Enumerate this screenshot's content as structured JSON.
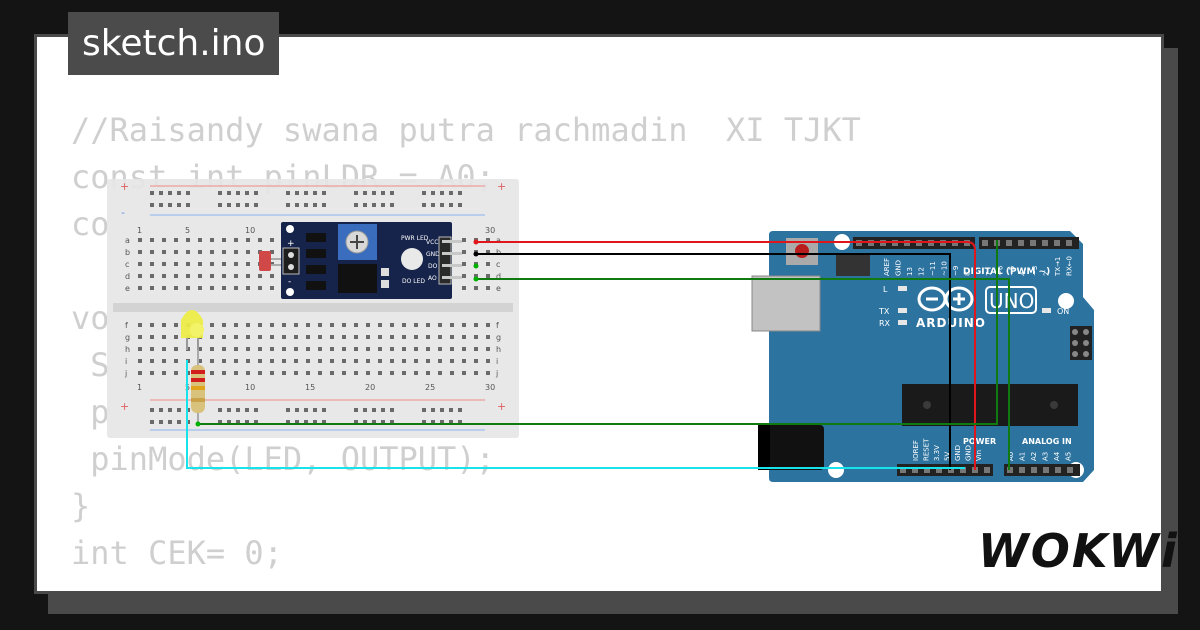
{
  "sketch_title": "sketch.ino",
  "code_lines": [
    "//Raisandy swana putra rachmadin  XI TJKT",
    "const int pinLDR = A0;",
    "co",
    "",
    "vo",
    " S",
    " p",
    " pinMode(LED, OUTPUT);",
    "}",
    "int CEK= 0;",
    ""
  ],
  "breadboard": {
    "top_row_letters": [
      "a",
      "b",
      "c",
      "d",
      "e"
    ],
    "bottom_row_letters": [
      "f",
      "g",
      "h",
      "i",
      "j"
    ],
    "column_numbers_top": [
      "1",
      "5",
      "10",
      "30"
    ],
    "column_numbers_bottom": [
      "1",
      "5",
      "10",
      "15",
      "20",
      "25",
      "30"
    ],
    "rail_plus": "+",
    "rail_minus": "-"
  },
  "ldr_module": {
    "pins": [
      "VCC",
      "GND",
      "DO",
      "AO"
    ],
    "leds": [
      "PWR LED",
      "DO LED"
    ],
    "plus_label": "+",
    "minus_label": "-"
  },
  "arduino": {
    "brand": "ARDUINO",
    "model": "UNO",
    "digital_label": "DIGITAL (PWM ~)",
    "digital_pins": [
      "AREF",
      "GND",
      "13",
      "12",
      "~11",
      "~10",
      "~9",
      "8",
      "7",
      "~6",
      "~5",
      "4",
      "~3",
      "2",
      "TX→1",
      "RX←0"
    ],
    "power_label": "POWER",
    "power_pins": [
      "IOREF",
      "RESET",
      "3.3V",
      "5V",
      "GND",
      "GND",
      "Vin"
    ],
    "analog_label": "ANALOG IN",
    "analog_pins": [
      "A0",
      "A1",
      "A2",
      "A3",
      "A4",
      "A5"
    ],
    "led_l": "L",
    "led_tx": "TX",
    "led_rx": "RX",
    "led_on": "ON"
  },
  "logo_text": "WOKWi",
  "colors": {
    "wire_red": "#e0161d",
    "wire_black": "#000000",
    "wire_green": "#0f7a10",
    "wire_cyan": "#19e3ea",
    "arduino_blue": "#2c73a0",
    "module_blue": "#16234a"
  }
}
